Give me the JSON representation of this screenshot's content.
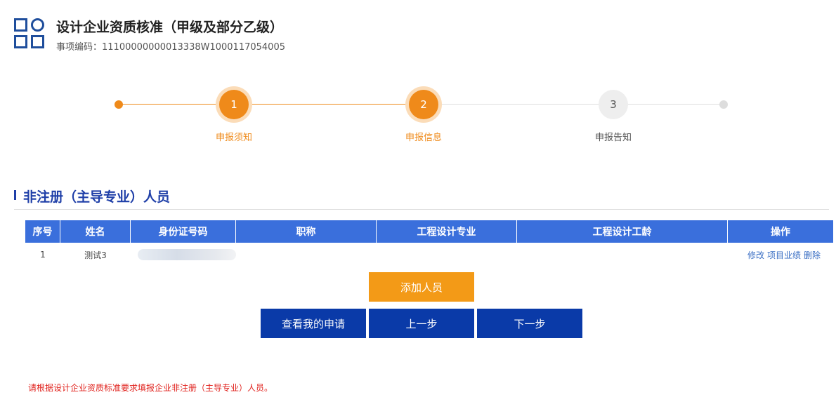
{
  "header": {
    "title": "设计企业资质核准（甲级及部分乙级）",
    "code_label": "事项编码：",
    "code_value": "11100000000013338W1000117054005"
  },
  "steps": [
    {
      "number": "1",
      "label": "申报须知",
      "state": "done"
    },
    {
      "number": "2",
      "label": "申报信息",
      "state": "active"
    },
    {
      "number": "3",
      "label": "申报告知",
      "state": "todo"
    }
  ],
  "section": {
    "title": "非注册（主导专业）人员"
  },
  "table": {
    "columns": [
      "序号",
      "姓名",
      "身份证号码",
      "职称",
      "工程设计专业",
      "工程设计工龄",
      "操作"
    ],
    "rows": [
      {
        "index": "1",
        "name": "测试3",
        "id_number": "",
        "title": "",
        "major": "",
        "years": "",
        "actions": [
          "修改",
          "项目业绩",
          "删除"
        ]
      }
    ]
  },
  "buttons": {
    "add": "添加人员",
    "view": "查看我的申请",
    "prev": "上一步",
    "next": "下一步"
  },
  "note": "请根据设计企业资质标准要求填报企业非注册（主导专业）人员。",
  "colors": {
    "accent_orange": "#ef8a1a",
    "primary_blue": "#0a3aa8",
    "table_header": "#3a6fdc",
    "warning_red": "#e0211c"
  }
}
